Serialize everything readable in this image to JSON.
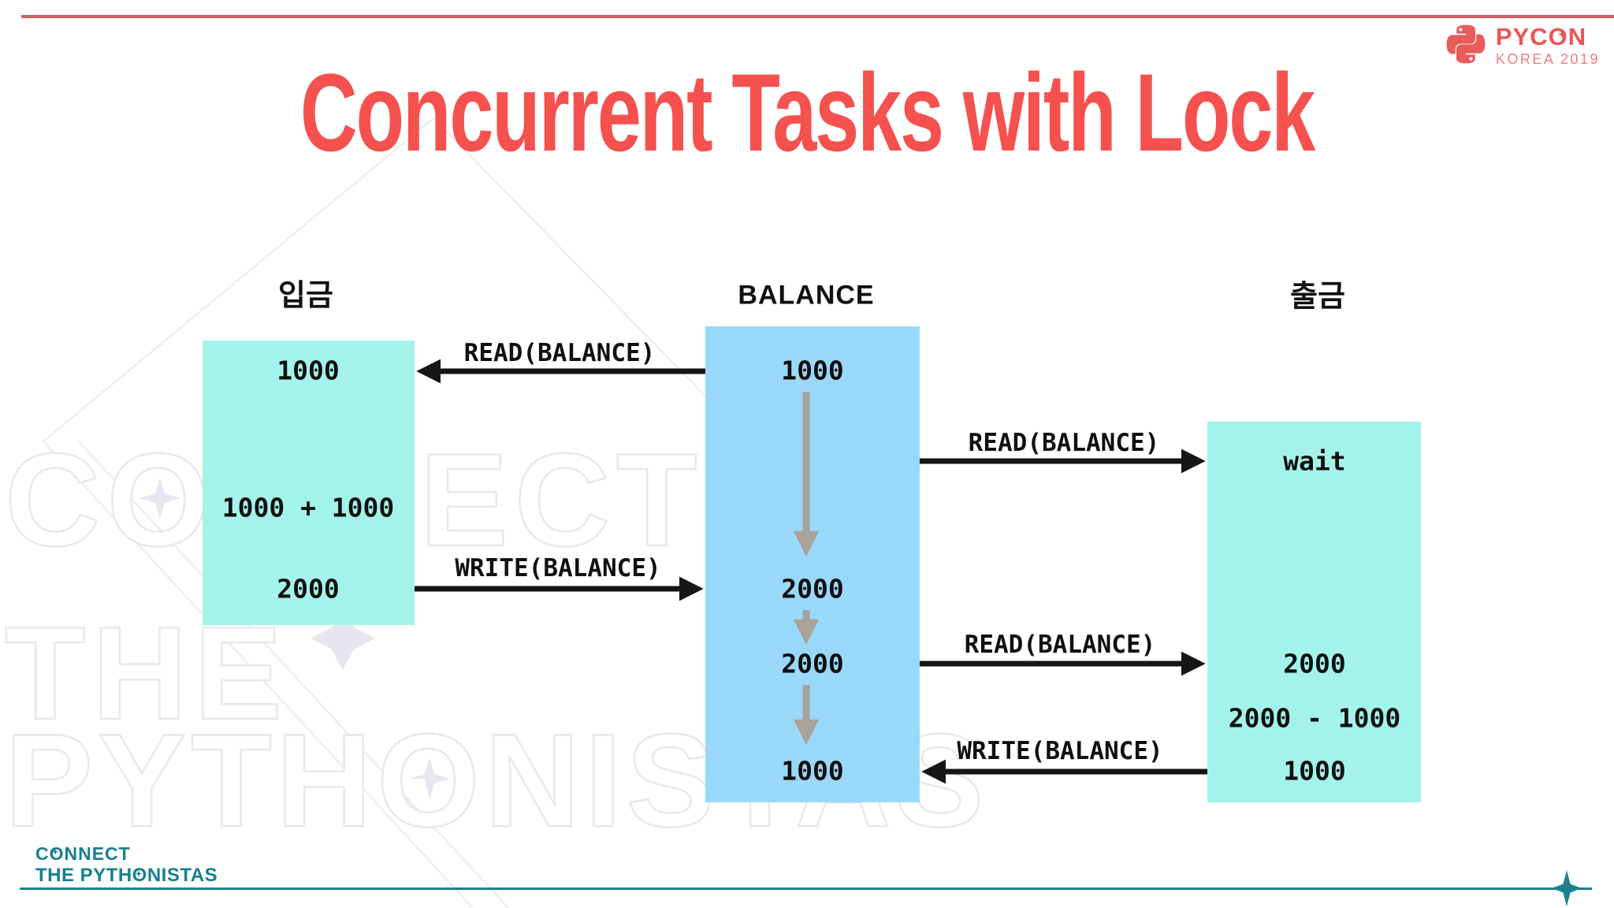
{
  "slide": {
    "title": "Concurrent Tasks with Lock",
    "colors": {
      "title_red": "#f5514e",
      "top_line_red": "#c96062",
      "logo_red": "#ec5555",
      "teal": "#177f8e",
      "deposit_box_bg": "#a4f3ea",
      "balance_box_bg": "#9ad8fa",
      "withdraw_box_bg": "#a4f3ea",
      "arrow_black": "#161616",
      "arrow_gray": "#a8a29a"
    }
  },
  "logo": {
    "brand": "PYCON",
    "subtitle": "KOREA 2019"
  },
  "diagram": {
    "deposit": {
      "label": "입금",
      "values": [
        "1000",
        "1000 + 1000",
        "2000"
      ]
    },
    "balance": {
      "label": "BALANCE",
      "values": [
        "1000",
        "2000",
        "2000",
        "1000"
      ]
    },
    "withdraw": {
      "label": "출금",
      "values": [
        "wait",
        "2000",
        "2000 - 1000",
        "1000"
      ]
    },
    "arrows": [
      {
        "label": "READ(BALANCE)",
        "from": "balance",
        "to": "deposit"
      },
      {
        "label": "WRITE(BALANCE)",
        "from": "deposit",
        "to": "balance"
      },
      {
        "label": "READ(BALANCE)",
        "from": "balance",
        "to": "withdraw"
      },
      {
        "label": "READ(BALANCE)",
        "from": "balance",
        "to": "withdraw"
      },
      {
        "label": "WRITE(BALANCE)",
        "from": "withdraw",
        "to": "balance"
      }
    ]
  },
  "watermark": {
    "rows": [
      "CONNECT",
      "THE",
      "PYTHONISTAS"
    ]
  },
  "footer": {
    "line1": "CONNECT",
    "line2": "THE PYTHONISTAS"
  }
}
